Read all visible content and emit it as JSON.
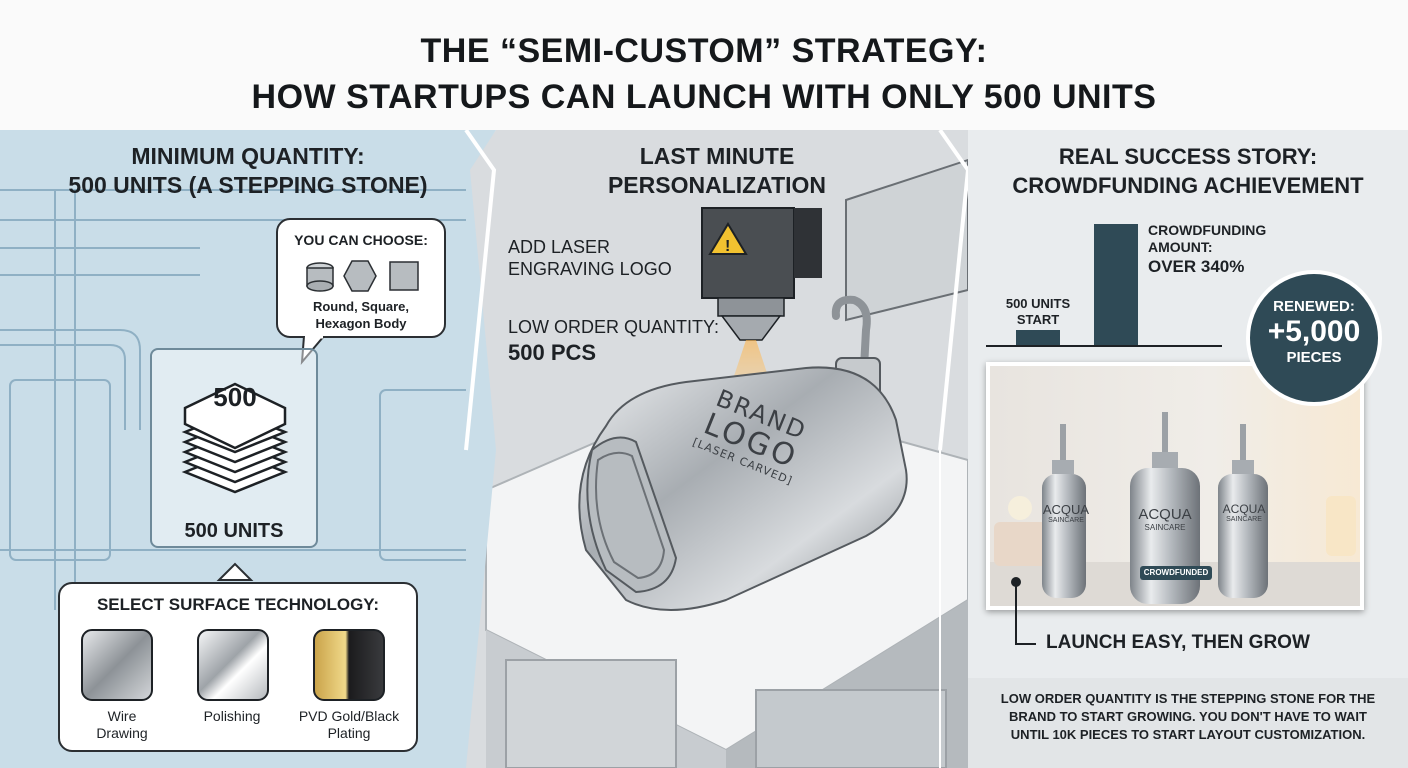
{
  "title": {
    "line1": "THE “SEMI-CUSTOM” STRATEGY:",
    "line2": "HOW STARTUPS CAN LAUNCH WITH ONLY 500 UNITS"
  },
  "panel1": {
    "heading_line1": "MINIMUM QUANTITY:",
    "heading_line2": "500 UNITS (A STEPPING STONE)",
    "choose_title": "YOU CAN CHOOSE:",
    "choose_text_line1": "Round, Square,",
    "choose_text_line2": "Hexagon Body",
    "stack_number": "500",
    "stack_label": "500 UNITS",
    "surface_title": "SELECT SURFACE TECHNOLOGY:",
    "surfaces": [
      {
        "line1": "Wire",
        "line2": "Drawing",
        "icon": "brushed-metal-swatch-icon"
      },
      {
        "line1": "Polishing",
        "line2": "",
        "icon": "polished-metal-swatch-icon"
      },
      {
        "line1": "PVD Gold/Black",
        "line2": "Plating",
        "icon": "gold-black-swatch-icon"
      }
    ]
  },
  "panel2": {
    "heading_line1": "LAST MINUTE",
    "heading_line2": "PERSONALIZATION",
    "laser_line1": "ADD LASER",
    "laser_line2": "ENGRAVING LOGO",
    "qty_line1": "LOW ORDER QUANTITY:",
    "qty_line2": "500 PCS",
    "engrave_line1": "BRAND",
    "engrave_line2": "LOGO",
    "engrave_line3": "[LASER CARVED]"
  },
  "panel3": {
    "heading_line1": "REAL SUCCESS STORY:",
    "heading_line2": "CROWDFUNDING ACHIEVEMENT",
    "bar_start_line1": "500 UNITS",
    "bar_start_line2": "START",
    "bar_amount_line1": "CROWDFUNDING",
    "bar_amount_line2": "AMOUNT:",
    "bar_amount_line3": "OVER 340%",
    "badge_line1": "RENEWED:",
    "badge_line2": "+5,000",
    "badge_line3": "PIECES",
    "bottle_brand": "ACQUA",
    "bottle_sub": "SAINCARE",
    "crowdfunded_tag": "CROWDFUNDED",
    "launch_caption": "LAUNCH EASY, THEN GROW",
    "footer_line1": "LOW ORDER QUANTITY IS THE STEPPING STONE FOR THE",
    "footer_line2": "BRAND TO START GROWING. YOU DON'T HAVE TO WAIT",
    "footer_line3": "UNTIL 10K PIECES TO START LAYOUT CUSTOMIZATION."
  },
  "colors": {
    "panel1_bg": "#c9dde8",
    "dark_teal": "#2f4a56",
    "gold": "#c9a248",
    "ink": "#1d2125"
  }
}
